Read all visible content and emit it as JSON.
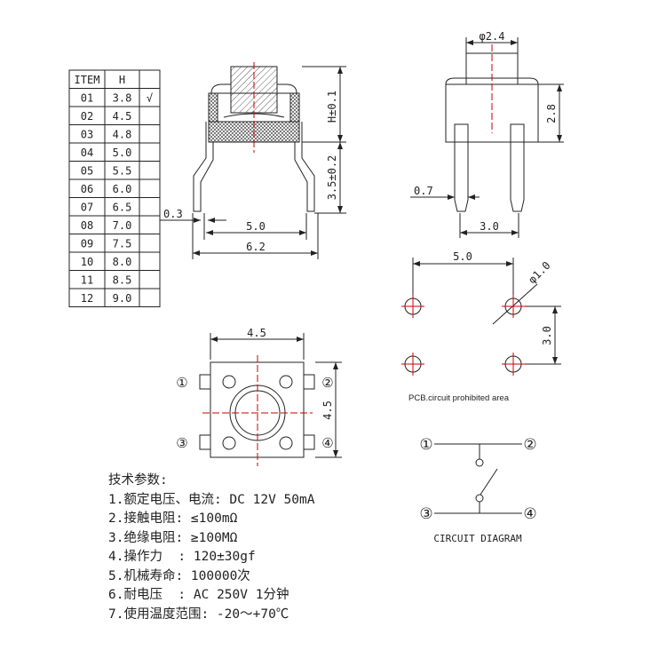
{
  "table": {
    "headers": [
      "ITEM",
      "H",
      ""
    ],
    "rows": [
      {
        "item": "01",
        "h": "3.8",
        "mark": "√"
      },
      {
        "item": "02",
        "h": "4.5",
        "mark": ""
      },
      {
        "item": "03",
        "h": "4.8",
        "mark": ""
      },
      {
        "item": "04",
        "h": "5.0",
        "mark": ""
      },
      {
        "item": "05",
        "h": "5.5",
        "mark": ""
      },
      {
        "item": "06",
        "h": "6.0",
        "mark": ""
      },
      {
        "item": "07",
        "h": "6.5",
        "mark": ""
      },
      {
        "item": "08",
        "h": "7.0",
        "mark": ""
      },
      {
        "item": "09",
        "h": "7.5",
        "mark": ""
      },
      {
        "item": "10",
        "h": "8.0",
        "mark": ""
      },
      {
        "item": "11",
        "h": "8.5",
        "mark": ""
      },
      {
        "item": "12",
        "h": "9.0",
        "mark": ""
      }
    ]
  },
  "side_view": {
    "dim_h": "H±0.1",
    "dim_lead": "3.5±0.2",
    "dim_thick": "0.3",
    "dim_pitch": "5.0",
    "dim_width": "6.2"
  },
  "front_view": {
    "dim_plunger": "φ2.4",
    "dim_body": "2.8",
    "dim_lead": "0.7",
    "dim_pitch": "3.0"
  },
  "pcb": {
    "dim_x": "5.0",
    "dim_hole": "φ1.0",
    "dim_y": "3.0",
    "note": "PCB.circuit prohibited area"
  },
  "bottom_view": {
    "dim_w": "4.5",
    "dim_h": "4.5",
    "pins": [
      "①",
      "②",
      "③",
      "④"
    ]
  },
  "circuit": {
    "pins": [
      "①",
      "②",
      "③",
      "④"
    ],
    "label": "CIRCUIT DIAGRAM"
  },
  "specs": {
    "title": "技术参数:",
    "items": [
      "1.额定电压、电流: DC 12V 50mA",
      "2.接触电阻: ≤100mΩ",
      "3.绝缘电阻: ≥100MΩ",
      "4.操作力  : 120±30gf",
      "5.机械寿命: 100000次",
      "6.耐电压  : AC 250V 1分钟",
      "7.使用温度范围: -20～+70℃"
    ]
  }
}
